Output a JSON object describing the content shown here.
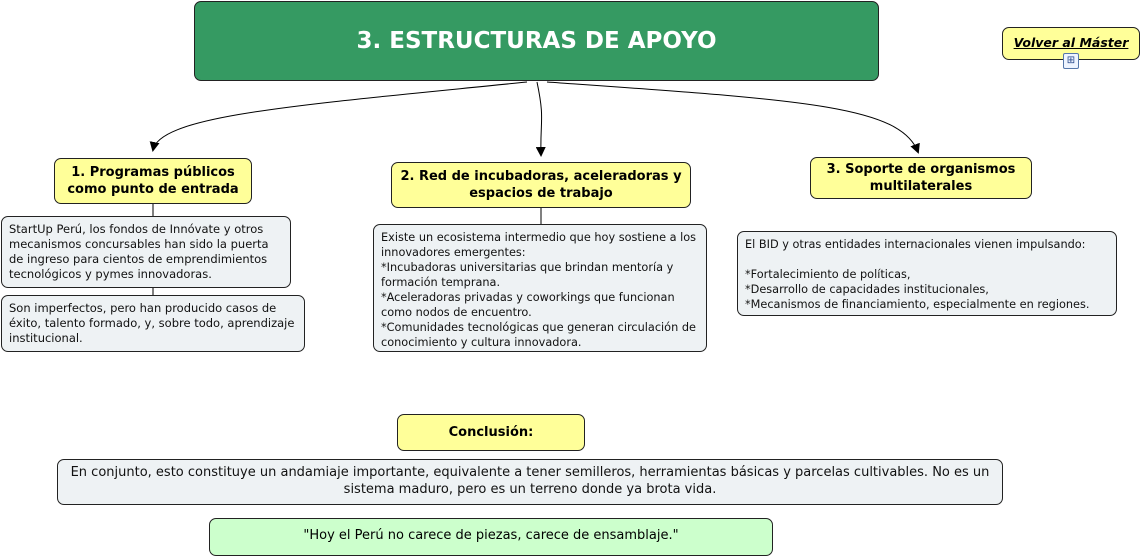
{
  "title": "3. ESTRUCTURAS DE APOYO",
  "back_link": {
    "label": "Volver al Máster",
    "icon": "map-hierarchy-icon"
  },
  "branches": [
    {
      "label": "1. Programas públicos como punto de entrada",
      "notes": [
        "StartUp Perú, los fondos de Innóvate y otros mecanismos concursables han sido la puerta de ingreso para cientos de emprendimientos tecnológicos y pymes innovadoras.",
        "Son imperfectos, pero han producido casos de éxito, talento formado, y, sobre todo, aprendizaje institucional."
      ]
    },
    {
      "label": "2. Red de incubadoras, aceleradoras y espacios de trabajo",
      "notes": [
        "Existe un ecosistema intermedio que hoy sostiene a los innovadores emergentes:\n*Incubadoras universitarias que brindan mentoría y formación temprana.\n*Aceleradoras privadas y coworkings que funcionan como nodos de encuentro.\n*Comunidades tecnológicas que generan circulación de conocimiento y cultura innovadora."
      ]
    },
    {
      "label": "3. Soporte de organismos multilaterales",
      "notes": [
        "El BID y otras entidades internacionales vienen impulsando:\n\n*Fortalecimiento de políticas,\n*Desarrollo de capacidades institucionales,\n*Mecanismos de financiamiento, especialmente en regiones."
      ]
    }
  ],
  "conclusion": {
    "label": "Conclusión:",
    "text": "En conjunto, esto constituye un andamiaje importante, equivalente a tener semilleros, herramientas básicas y parcelas cultivables. No es un sistema maduro, pero es un terreno donde ya brota vida.",
    "quote": "\"Hoy el Perú no carece de piezas, carece de ensamblaje.\""
  }
}
